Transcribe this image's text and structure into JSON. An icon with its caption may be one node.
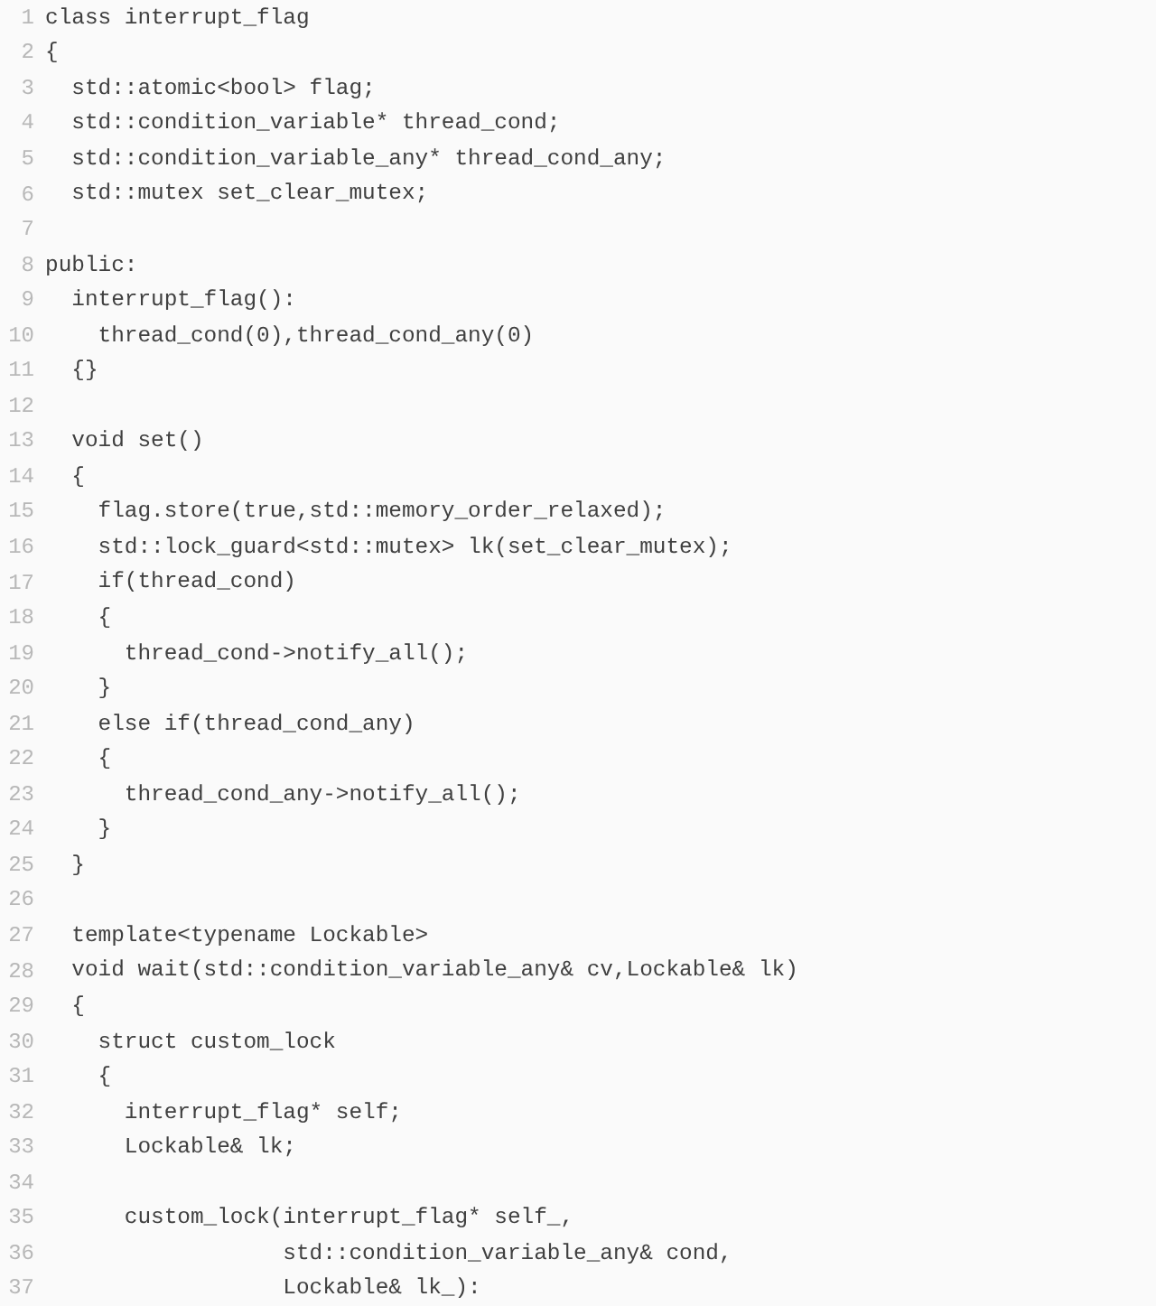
{
  "diagram": {
    "labels": [
      "1",
      "class interrupt_flag",
      "2",
      "{",
      "3",
      "  std::atomic<bool> flag;",
      "4",
      "  std::condition_variable* thread_cond;",
      "5",
      "  std::condition_variable_any* thread_cond_any;",
      "6",
      "  std::mutex set_clear_mutex;",
      "7",
      "8",
      "public:",
      "9",
      "  interrupt_flag():",
      "10",
      "    thread_cond(0),thread_cond_any(0)",
      "11",
      "  {}",
      "12",
      "13",
      "  void set()",
      "14",
      "  {",
      "15",
      "    flag.store(true,std::memory_order_relaxed);",
      "16",
      "    std::lock_guard<std::mutex> lk(set_clear_mutex);",
      "17",
      "    if(thread_cond)",
      "18",
      "    {",
      "19",
      "      thread_cond->notify_all();",
      "20",
      "    }",
      "21",
      "    else if(thread_cond_any)",
      "22",
      "    {",
      "23",
      "      thread_cond_any->notify_all();",
      "24",
      "    }",
      "25",
      "  }",
      "26",
      "27",
      "  template<typename Lockable>",
      "28",
      "  void wait(std::condition_variable_any& cv,Lockable& lk)",
      "29",
      "  {",
      "30",
      "    struct custom_lock",
      "31",
      "    {",
      "32",
      "      interrupt_flag* self;",
      "33",
      "      Lockable& lk;",
      "34",
      "35",
      "      custom_lock(interrupt_flag* self_,",
      "36",
      "                  std::condition_variable_any& cond,",
      "37",
      "                  Lockable& lk_):"
    ]
  }
}
